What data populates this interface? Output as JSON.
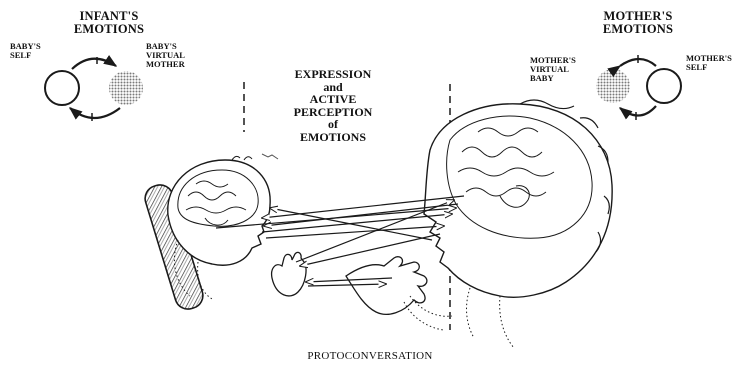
{
  "infant": {
    "title": "INFANT'S\nEMOTIONS",
    "self_label": "BABY'S\nSELF",
    "virtual_label": "BABY'S\nVIRTUAL\nMOTHER"
  },
  "mother": {
    "title": "MOTHER'S\nEMOTIONS",
    "virtual_label": "MOTHER'S\nVIRTUAL\nBABY",
    "self_label": "MOTHER'S\nSELF"
  },
  "center_text": "EXPRESSION\nand\nACTIVE\nPERCEPTION\nof\nEMOTIONS",
  "caption": "PROTOCONVERSATION",
  "colors": {
    "ink": "#1a1a1a",
    "stipple": "#8a8a8a",
    "background": "#ffffff"
  }
}
